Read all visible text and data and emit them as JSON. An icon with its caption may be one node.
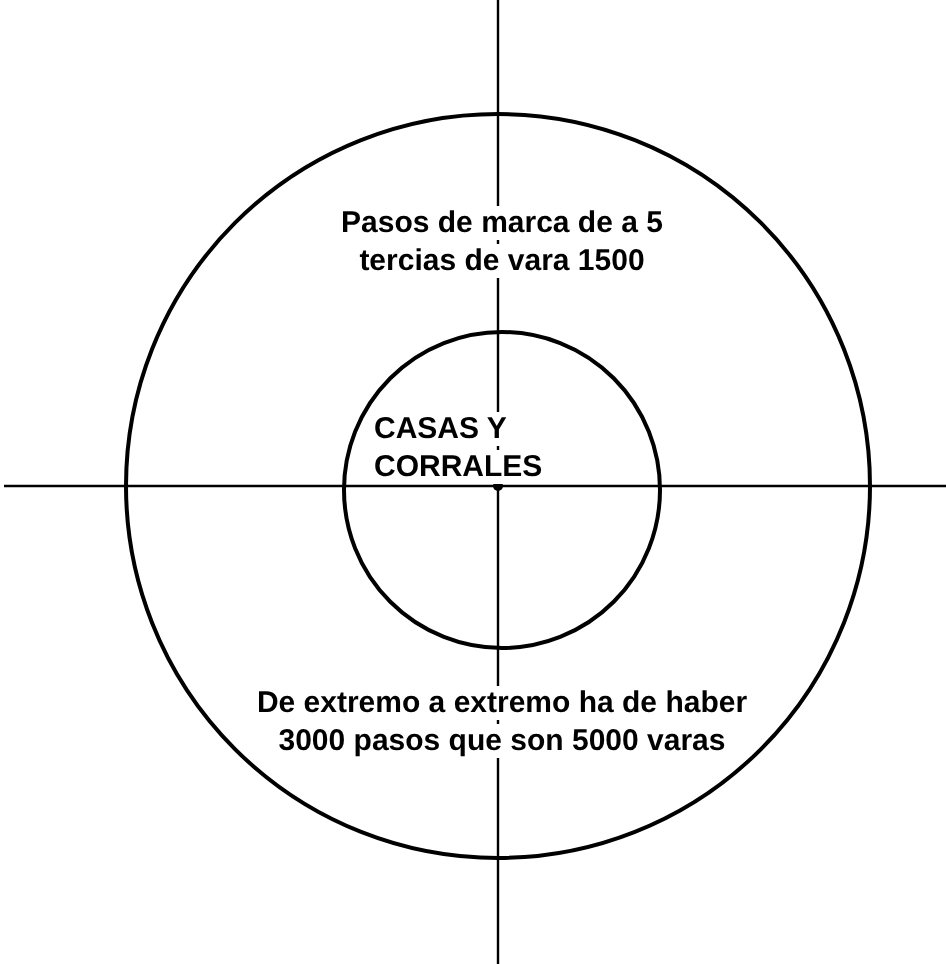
{
  "diagram": {
    "nodes": [
      {
        "text": [
          "Pasos de marca de a 5 tercias de vara 1500",
          "De extremo a extremo ha de haber 3000 pasos que son 5000 varas"
        ]
      },
      {
        "text": [
          "CASAS Y CORRALES"
        ],
        "in": 0
      }
    ]
  }
}
